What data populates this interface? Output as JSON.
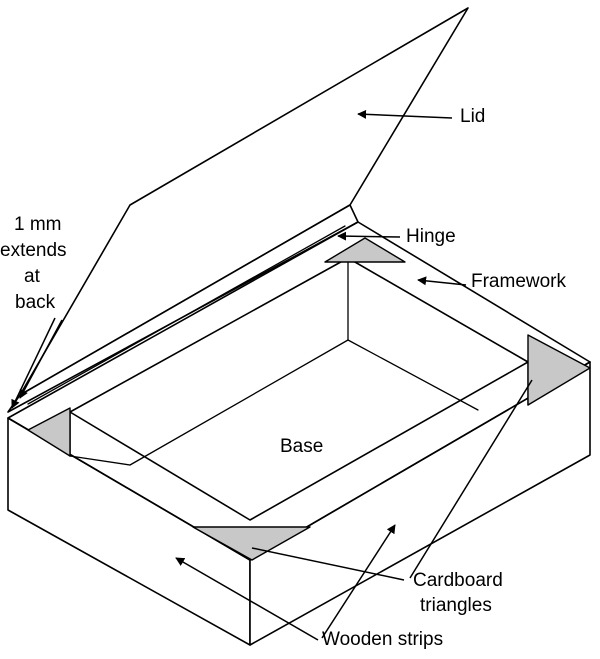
{
  "labels": {
    "lid": "Lid",
    "hinge": "Hinge",
    "framework": "Framework",
    "base": "Base",
    "back_line1": "1 mm",
    "back_line2": "extends",
    "back_line3": "at",
    "back_line4": "back",
    "cardboard_line1": "Cardboard",
    "cardboard_line2": "triangles",
    "wooden_strips": "Wooden strips"
  },
  "colors": {
    "triangle_fill": "#c8c8c8",
    "line": "#000000"
  }
}
